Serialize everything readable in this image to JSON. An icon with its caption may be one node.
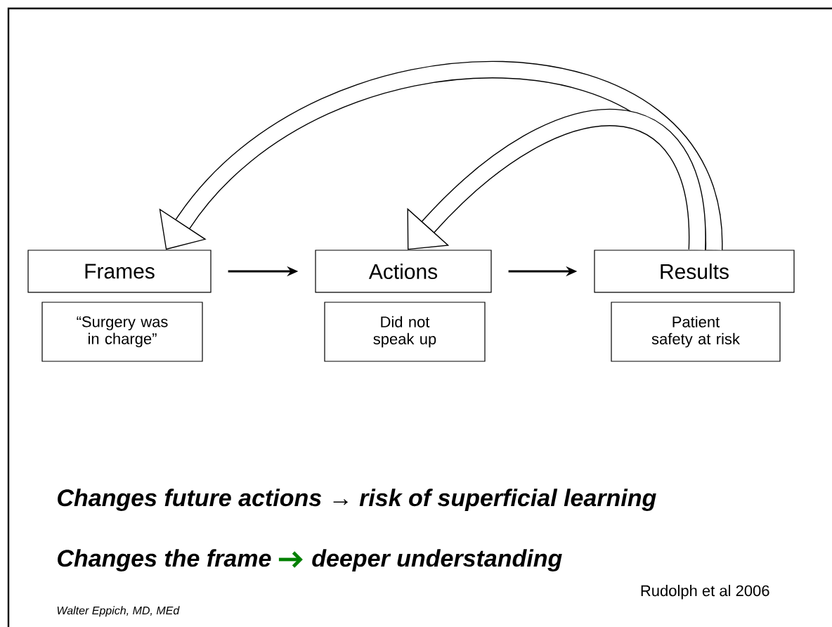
{
  "diagram": {
    "nodes": [
      {
        "text": [
          "Frames"
        ]
      },
      {
        "text": [
          "Actions"
        ]
      },
      {
        "text": [
          "Results"
        ]
      },
      {
        "text": [
          "“Surgery was in charge”"
        ]
      },
      {
        "text": [
          "Did not speak up"
        ]
      },
      {
        "text": [
          "Patient safety at risk"
        ]
      }
    ],
    "edges": [
      {
        "from": 0,
        "to": 1,
        "arrow": "to"
      },
      {
        "from": 1,
        "to": 2,
        "arrow": "to"
      },
      {
        "from": 2,
        "to": 0,
        "arrow": "to",
        "style": "thick"
      },
      {
        "from": 2,
        "to": 1,
        "arrow": "to",
        "style": "thick"
      }
    ],
    "labels": [
      "Changes future actions → risk of superficial learning",
      "Changes the frame",
      "deeper understanding",
      "Rudolph et al 2006",
      "Walter Eppich, MD, MEd"
    ]
  }
}
